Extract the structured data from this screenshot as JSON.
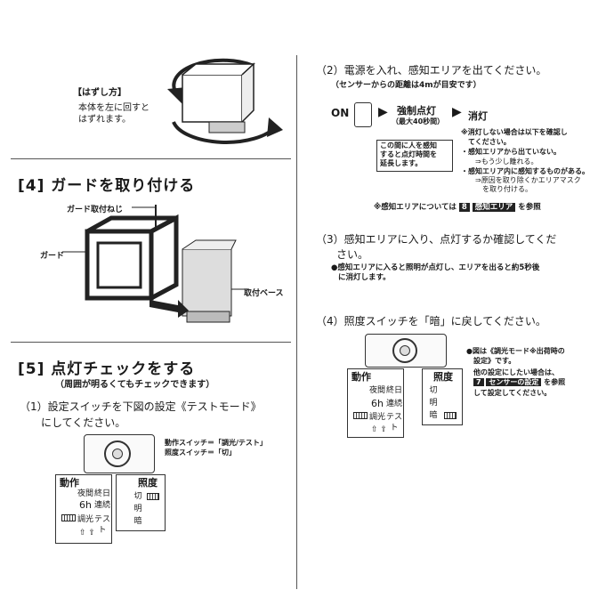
{
  "removal": {
    "title": "【はずし方】",
    "line1": "本体を左に回すと",
    "line2": "はずれます。"
  },
  "section4": {
    "title": "[4]  ガードを取り付ける",
    "label_screw": "ガード取付ねじ",
    "label_guard": "ガード",
    "label_base": "取付ベース"
  },
  "section5": {
    "title": "[5]  点灯チェックをする",
    "subtitle": "（周囲が明るくてもチェックできます）",
    "step1_line1": "（1）設定スイッチを下図の設定《テストモード》",
    "step1_line2": "にしてください。",
    "switch_note1": "動作スイッチ＝「調光/テスト」",
    "switch_note2": "照度スイッチ＝「切」"
  },
  "panel_left": {
    "dosa_label": "動作",
    "shodo_label": "照度",
    "cells": [
      "夜間",
      "終日",
      "6h",
      "連続",
      "調光",
      "テスト"
    ],
    "shodo_options": [
      "切",
      "明",
      "暗"
    ]
  },
  "step2": {
    "line1": "（2）電源を入れ、感知エリアを出てください。",
    "line2": "（センサーからの距離は4mが目安です）",
    "on_label": "ON",
    "forced_label": "強制点灯",
    "forced_sub": "（最大40秒間）",
    "off_label": "消灯",
    "note_box1": "この間に人を感知",
    "note_box2": "すると点灯時間を",
    "note_box3": "延長します。",
    "n1": "※消灯しない場合は以下を確認し",
    "n2": "てください。",
    "n3": "・感知エリアから出ていない。",
    "n4": "⇒もう少し離れる。",
    "n5": "・感知エリア内に感知するものがある。",
    "n6": "⇒原因を取り除くかエリアマスク",
    "n7": "を取り付ける。",
    "ref_pre": "※感知エリアについては",
    "ref_num": "8",
    "ref_title": "感知エリア",
    "ref_post": "を参照"
  },
  "step3": {
    "line1": "（3）感知エリアに入り、点灯するか確認してくだ",
    "line2": "さい。",
    "note1": "●感知エリアに入ると照明が点灯し、エリアを出ると約5秒後",
    "note2": "に消灯します。"
  },
  "step4": {
    "line1": "（4）照度スイッチを「暗」に戻してください。",
    "n1": "●図は《調光モード※出荷時の",
    "n2": "設定》です。",
    "n3": "他の設定にしたい場合は、",
    "ref_num": "7",
    "ref_title": "センサーの設定",
    "ref_post": "を参照",
    "n4": "して設定してください。"
  },
  "panel_right": {
    "dosa_label": "動作",
    "shodo_label": "照度",
    "cells": [
      "夜間",
      "終日",
      "6h",
      "連続",
      "調光",
      "テスト"
    ],
    "shodo_options": [
      "切",
      "明",
      "暗"
    ]
  }
}
